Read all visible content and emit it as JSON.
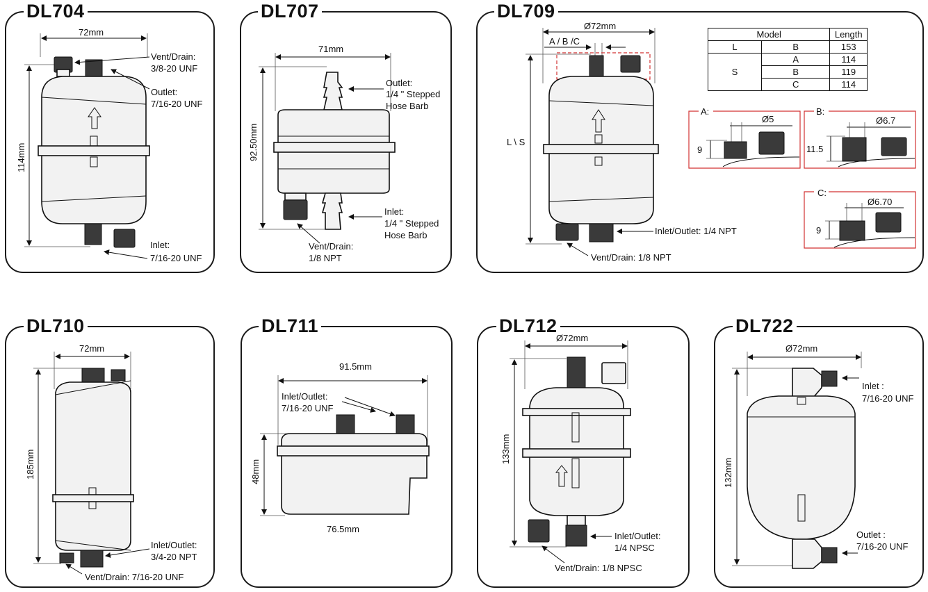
{
  "panels": {
    "dl704": {
      "title": "DL704",
      "width": "72mm",
      "height": "114mm",
      "vent": [
        "Vent/Drain:",
        "3/8-20 UNF"
      ],
      "outlet": [
        "Outlet:",
        "7/16-20 UNF"
      ],
      "inlet": [
        "Inlet:",
        "7/16-20 UNF"
      ]
    },
    "dl707": {
      "title": "DL707",
      "width": "71mm",
      "height": "92.50mm",
      "outlet": [
        "Outlet:",
        "1/4 \" Stepped",
        "Hose Barb"
      ],
      "inlet": [
        "Inlet:",
        "1/4 \" Stepped",
        "Hose Barb"
      ],
      "vent": [
        "Vent/Drain:",
        "1/8 NPT"
      ]
    },
    "dl709": {
      "title": "DL709",
      "diameter": "Ø72mm",
      "abc": "A / B /C",
      "length": "L \\ S",
      "inlet_outlet": "Inlet/Outlet: 1/4 NPT",
      "vent": "Vent/Drain: 1/8 NPT",
      "table": {
        "headers": [
          "Model",
          "Length"
        ],
        "rows": [
          [
            "L",
            "B",
            "153"
          ],
          [
            "S",
            "A",
            "114"
          ],
          [
            "",
            "B",
            "119"
          ],
          [
            "",
            "C",
            "114"
          ]
        ]
      },
      "detail_a": {
        "label": "A:",
        "dia": "Ø5",
        "h": "9"
      },
      "detail_b": {
        "label": "B:",
        "dia": "Ø6.7",
        "h": "11.5"
      },
      "detail_c": {
        "label": "C:",
        "dia": "Ø6.70",
        "h": "9"
      }
    },
    "dl710": {
      "title": "DL710",
      "width": "72mm",
      "height": "185mm",
      "inlet_outlet": [
        "Inlet/Outlet:",
        "3/4-20 NPT"
      ],
      "vent": "Vent/Drain: 7/16-20 UNF"
    },
    "dl711": {
      "title": "DL711",
      "width": "91.5mm",
      "height": "48mm",
      "bottom": "76.5mm",
      "inlet_outlet": [
        "Inlet/Outlet:",
        "7/16-20 UNF"
      ]
    },
    "dl712": {
      "title": "DL712",
      "diameter": "Ø72mm",
      "height": "133mm",
      "inlet_outlet": [
        "Inlet/Outlet:",
        "1/4 NPSC"
      ],
      "vent": "Vent/Drain: 1/8 NPSC"
    },
    "dl722": {
      "title": "DL722",
      "diameter": "Ø72mm",
      "height": "132mm",
      "inlet": [
        "Inlet :",
        "7/16-20 UNF"
      ],
      "outlet": [
        "Outlet :",
        "7/16-20 UNF"
      ]
    }
  }
}
